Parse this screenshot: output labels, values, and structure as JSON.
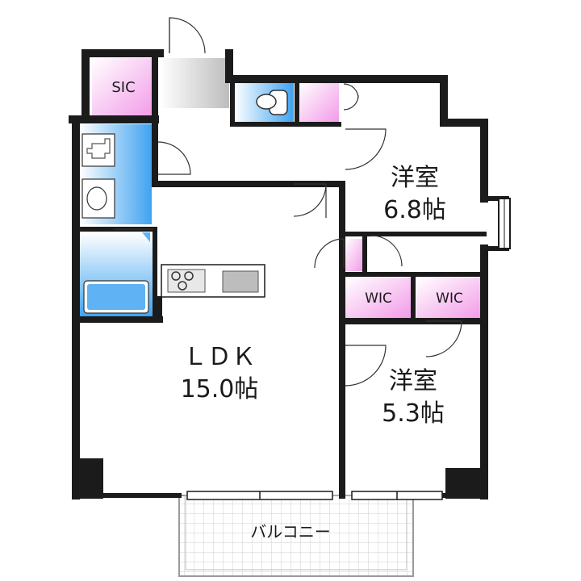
{
  "rooms": {
    "ldk": {
      "name": "ＬＤＫ",
      "size": "15.0帖"
    },
    "western_1": {
      "name": "洋室",
      "size": "6.8帖"
    },
    "western_2": {
      "name": "洋室",
      "size": "5.3帖"
    },
    "sic": {
      "name": "SIC"
    },
    "wic_1": {
      "name": "WIC"
    },
    "wic_2": {
      "name": "WIC"
    },
    "balcony": {
      "name": "バルコニー"
    }
  },
  "colors": {
    "wall": "#1b1b1b",
    "storage": "#f6b8f0",
    "water": "#5fb2f3",
    "entrance": "#d8d8d8",
    "balcony_grid": "#bdbdbd"
  }
}
